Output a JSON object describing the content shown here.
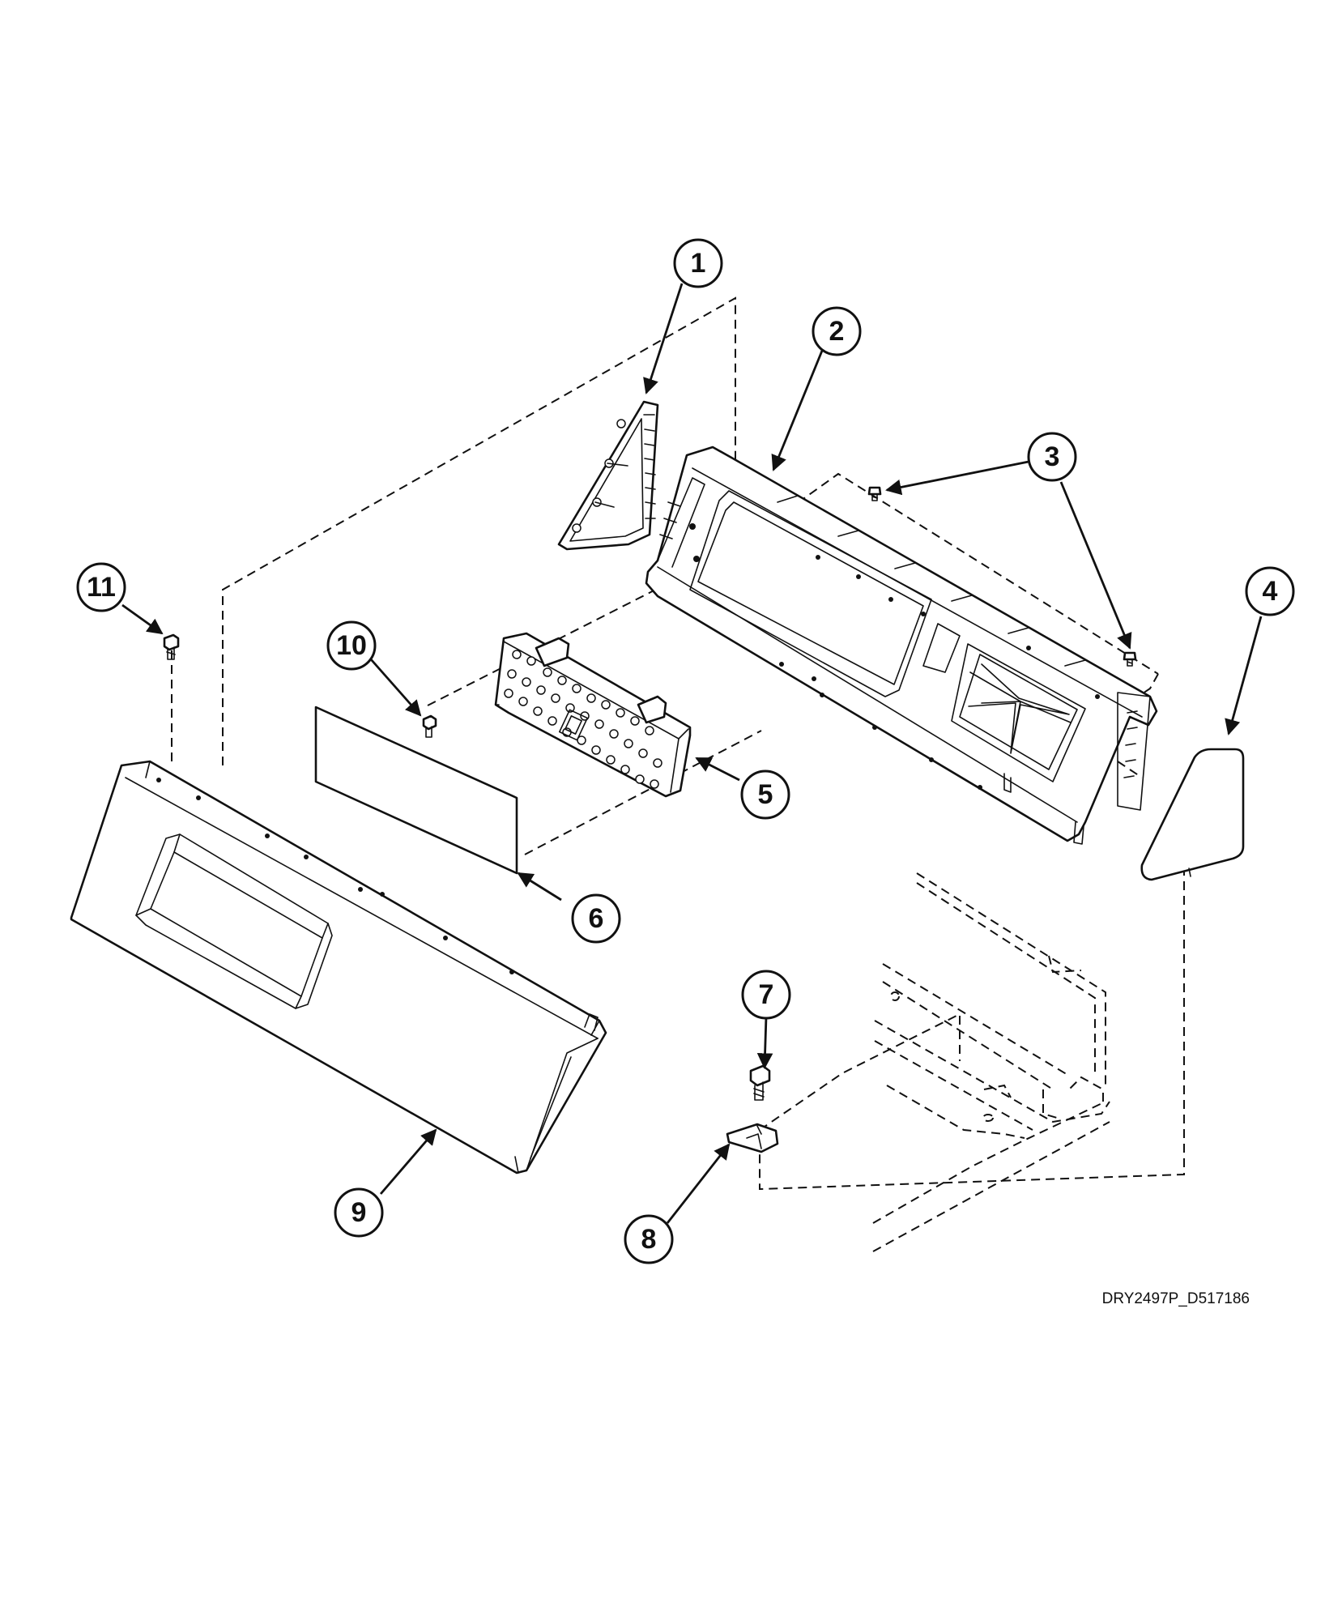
{
  "diagram": {
    "callouts": [
      {
        "id": "1",
        "label": "1"
      },
      {
        "id": "2",
        "label": "2"
      },
      {
        "id": "3",
        "label": "3"
      },
      {
        "id": "4",
        "label": "4"
      },
      {
        "id": "5",
        "label": "5"
      },
      {
        "id": "6",
        "label": "6"
      },
      {
        "id": "7",
        "label": "7"
      },
      {
        "id": "8",
        "label": "8"
      },
      {
        "id": "9",
        "label": "9"
      },
      {
        "id": "10",
        "label": "10"
      },
      {
        "id": "11",
        "label": "11"
      }
    ],
    "drawing_code": "DRY2497P_D517186",
    "colors": {
      "ink": "#111111",
      "background": "#ffffff"
    }
  }
}
